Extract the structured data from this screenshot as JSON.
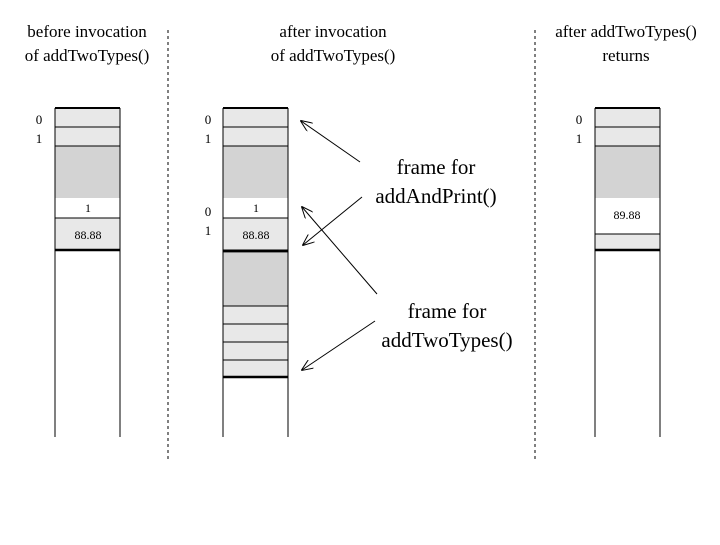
{
  "columns": [
    {
      "id": "before",
      "line1": "before invocation",
      "line2": "of addTwoTypes()"
    },
    {
      "id": "after",
      "line1": "after invocation",
      "line2": "of addTwoTypes()"
    },
    {
      "id": "returns",
      "line1": "after addTwoTypes()",
      "line2": "returns"
    }
  ],
  "indices": {
    "before": [
      "0",
      "1"
    ],
    "after_top": [
      "0",
      "1"
    ],
    "after_mid": [
      "0",
      "1"
    ],
    "returns": [
      "0",
      "1"
    ]
  },
  "values": {
    "before_int": "1",
    "before_double": "88.88",
    "after_int": "1",
    "after_double": "88.88",
    "returns_result": "89.88"
  },
  "labels": {
    "frame_add_and_print": [
      "frame for",
      "addAndPrint()"
    ],
    "frame_add_two_types": [
      "frame for",
      "addTwoTypes()"
    ]
  },
  "colors": {
    "cell": "#e8e8e8",
    "shaded": "#d3d3d3",
    "line": "#000000",
    "background": "#ffffff"
  }
}
